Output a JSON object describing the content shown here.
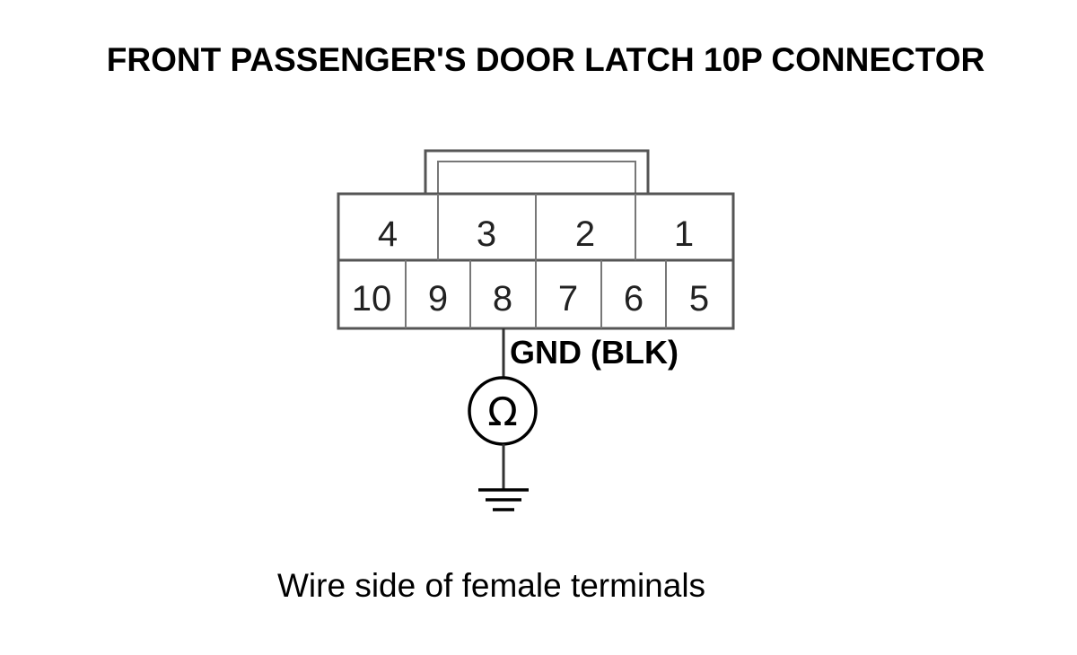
{
  "title": "FRONT PASSENGER'S DOOR LATCH 10P CONNECTOR",
  "caption": "Wire side of female terminals",
  "connector": {
    "top_row_pins": [
      "4",
      "3",
      "2",
      "1"
    ],
    "bottom_row_pins": [
      "10",
      "9",
      "8",
      "7",
      "6",
      "5"
    ],
    "probed_pin": "8"
  },
  "wire": {
    "label": "GND (BLK)"
  },
  "meter": {
    "symbol": "Ω",
    "icon": "ohmmeter-icon"
  },
  "ground": {
    "icon": "ground-symbol-icon"
  },
  "colors": {
    "line": "#555555",
    "connector_fill": "#ffffff",
    "text": "#000000"
  }
}
